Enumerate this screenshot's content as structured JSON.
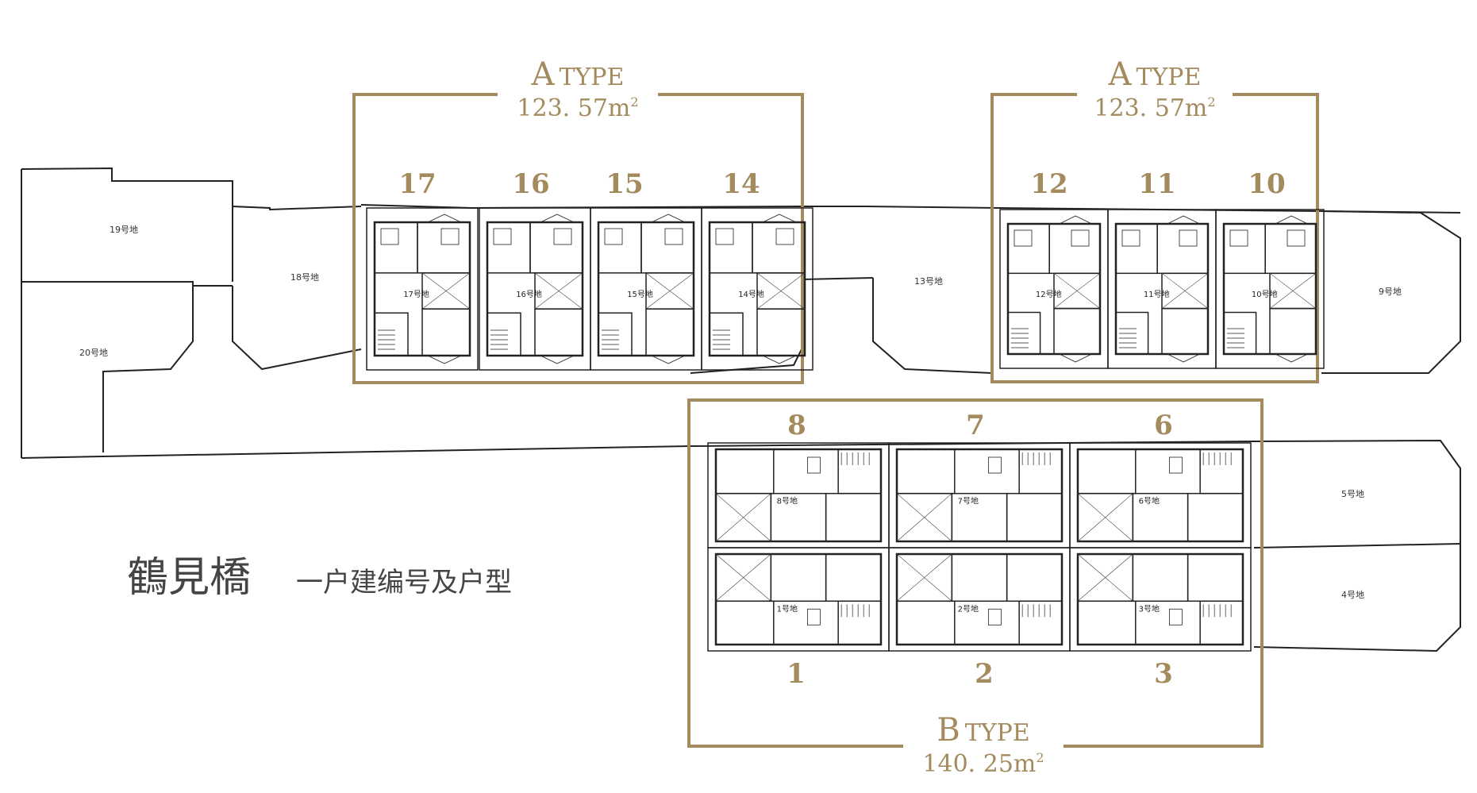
{
  "title": {
    "main": "鶴見橋",
    "sub": "一户建编号及户型"
  },
  "types": {
    "a_left": {
      "name_cap": "A",
      "name_rest": "TYPE",
      "area_num": "123. 57m",
      "area_sup": "2",
      "units": [
        "17",
        "16",
        "15",
        "14"
      ]
    },
    "a_right": {
      "name_cap": "A",
      "name_rest": "TYPE",
      "area_num": "123. 57m",
      "area_sup": "2",
      "units": [
        "12",
        "11",
        "10"
      ]
    },
    "b": {
      "name_cap": "B",
      "name_rest": "TYPE",
      "area_num": "140. 25m",
      "area_sup": "2",
      "units_top": [
        "8",
        "7",
        "6"
      ],
      "units_bottom": [
        "1",
        "2",
        "3"
      ]
    }
  },
  "lots": {
    "l19": "19号地",
    "l18": "18号地",
    "l20": "20号地",
    "l13": "13号地",
    "l9": "9号地",
    "l5": "5号地",
    "l4": "4号地",
    "l17": "17号地",
    "l16": "16号地",
    "l15": "15号地",
    "l14": "14号地",
    "l12": "12号地",
    "l11": "11号地",
    "l10": "10号地",
    "l8": "8号地",
    "l7": "7号地",
    "l6": "6号地",
    "l1": "1号地",
    "l2": "2号地",
    "l3": "3号地"
  },
  "colors": {
    "accent_gold": "#a38b5e",
    "line": "#222222",
    "text_dark": "#444444"
  }
}
